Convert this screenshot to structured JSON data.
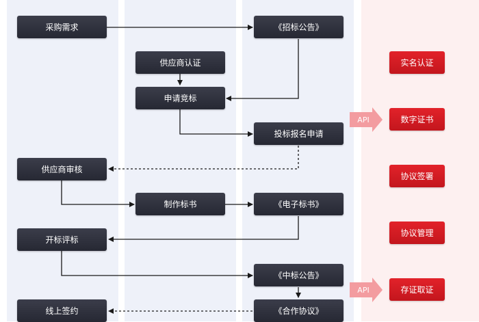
{
  "nodes": {
    "purchase_demand": "采购需求",
    "tender_notice": "《招标公告》",
    "supplier_cert": "供应商认证",
    "apply_bid": "申请竞标",
    "bid_registration": "投标报名申请",
    "supplier_review": "供应商审核",
    "make_bid_doc": "制作标书",
    "e_bid_doc": "《电子标书》",
    "bid_opening": "开标评标",
    "award_notice": "《中标公告》",
    "online_sign": "线上签约",
    "contract": "《合作协议》"
  },
  "services": {
    "real_name": "实名认证",
    "digital_cert": "数字证书",
    "agreement_sign": "协议签署",
    "agreement_mgmt": "协议管理",
    "evidence": "存证取证"
  },
  "api_label": "API",
  "colors": {
    "dark_node": "#2f313d",
    "red_node": "#d71d24",
    "lane_blue": "#eef1f9",
    "lane_red": "#fdf0f0",
    "api_pink": "#f39ca0"
  }
}
